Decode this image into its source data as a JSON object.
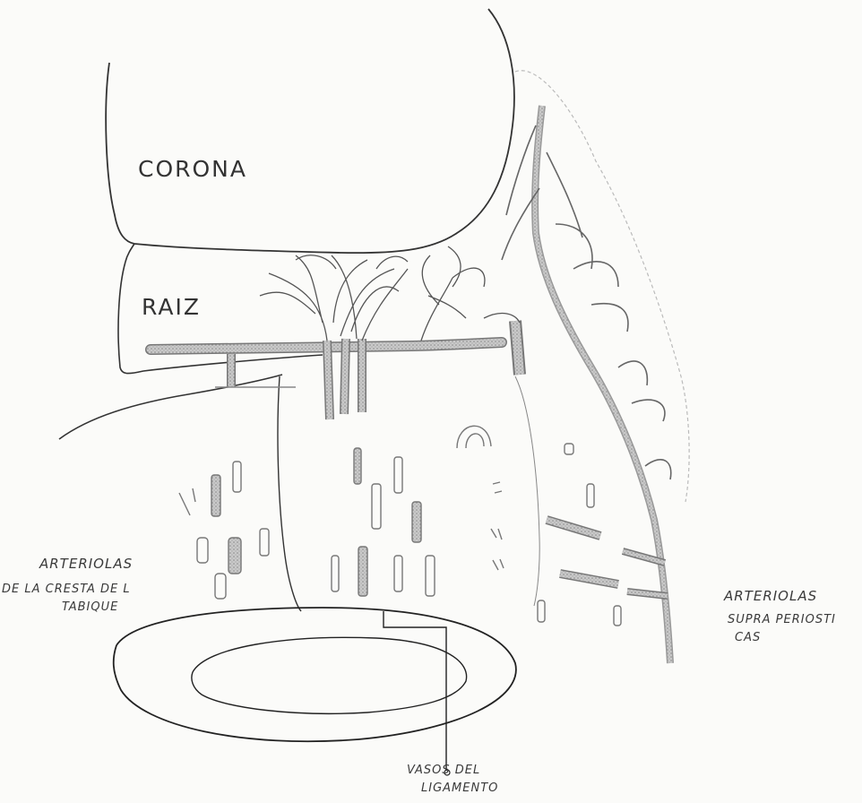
{
  "labels": {
    "corona": "CORONA",
    "raiz": "RAIZ",
    "crest_line1": "ARTERIOLAS",
    "crest_line2": "DE LA CRESTA DE L",
    "crest_line3": "TABIQUE",
    "supra_line1": "ARTERIOLAS",
    "supra_line2": "SUPRA PERIOSTI",
    "supra_line3": "CAS",
    "lig_line1": "VASOS DEL",
    "lig_line2": "LIGAMENTO"
  },
  "colors": {
    "ink": "#3a3a3a",
    "vessel_fill": "#bdbdbd",
    "paper": "#fbfbf9"
  }
}
